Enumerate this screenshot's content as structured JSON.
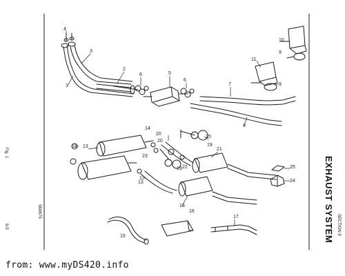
{
  "page": {
    "fig_label": "Fig. 1",
    "page_number": "9-5",
    "ref_code": "SM/675",
    "section": "SECTION 9",
    "title": "EXHAUST SYSTEM",
    "footer": "from: www.myDS420.info"
  },
  "callouts": [
    "4",
    "3",
    "2",
    "1",
    "6",
    "5",
    "6",
    "7",
    "8",
    "9",
    "10",
    "9",
    "11",
    "20",
    "25",
    "21",
    "19",
    "14",
    "13",
    "12",
    "13",
    "20",
    "23",
    "22",
    "19",
    "13",
    "18",
    "25",
    "24",
    "15",
    "16",
    "17"
  ],
  "colors": {
    "ink": "#1a1a1a",
    "paper": "#ffffff",
    "frame": "#222222"
  }
}
